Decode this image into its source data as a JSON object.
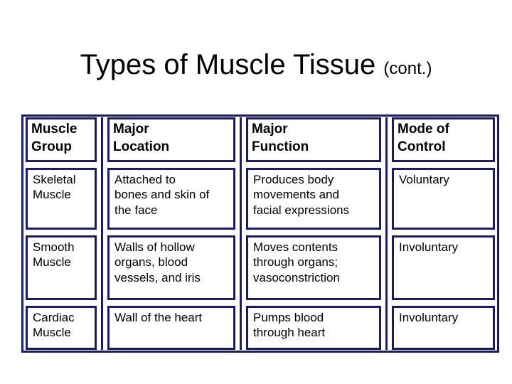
{
  "slide": {
    "title": "Types of Muscle Tissue",
    "title_suffix": "(cont.)"
  },
  "table": {
    "border_color": "#1a1a70",
    "headers": [
      "Muscle\nGroup",
      "Major\nLocation",
      "Major\nFunction",
      "Mode of\nControl"
    ],
    "rows": [
      [
        "Skeletal\nMuscle",
        "Attached to\nbones and skin of\nthe face",
        "Produces body\nmovements and\nfacial expressions",
        "Voluntary"
      ],
      [
        "Smooth\nMuscle",
        "Walls of hollow\norgans, blood\nvessels, and iris",
        "Moves contents\nthrough organs;\nvasoconstriction",
        "Involuntary"
      ],
      [
        "Cardiac\nMuscle",
        "Wall of the heart",
        "Pumps blood\nthrough heart",
        "Involuntary"
      ]
    ]
  }
}
